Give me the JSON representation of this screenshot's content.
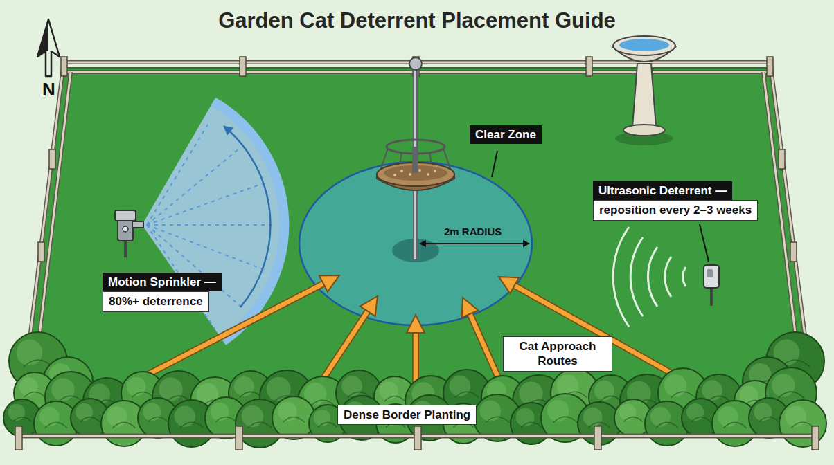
{
  "diagram": {
    "title": "Garden Cat Deterrent Placement Guide",
    "nodes": [
      {
        "text": [
          "Clear Zone"
        ]
      },
      {
        "text": [
          "Ultrasonic Deterrent —",
          "reposition every 2–3 weeks"
        ]
      },
      {
        "text": [
          "Motion Sprinkler —",
          "80%+ deterrence"
        ]
      },
      {
        "text": [
          "Cat Approach Routes"
        ]
      },
      {
        "text": [
          "Dense Border Planting"
        ]
      }
    ],
    "labels": [
      "N",
      "2m RADIUS"
    ]
  }
}
